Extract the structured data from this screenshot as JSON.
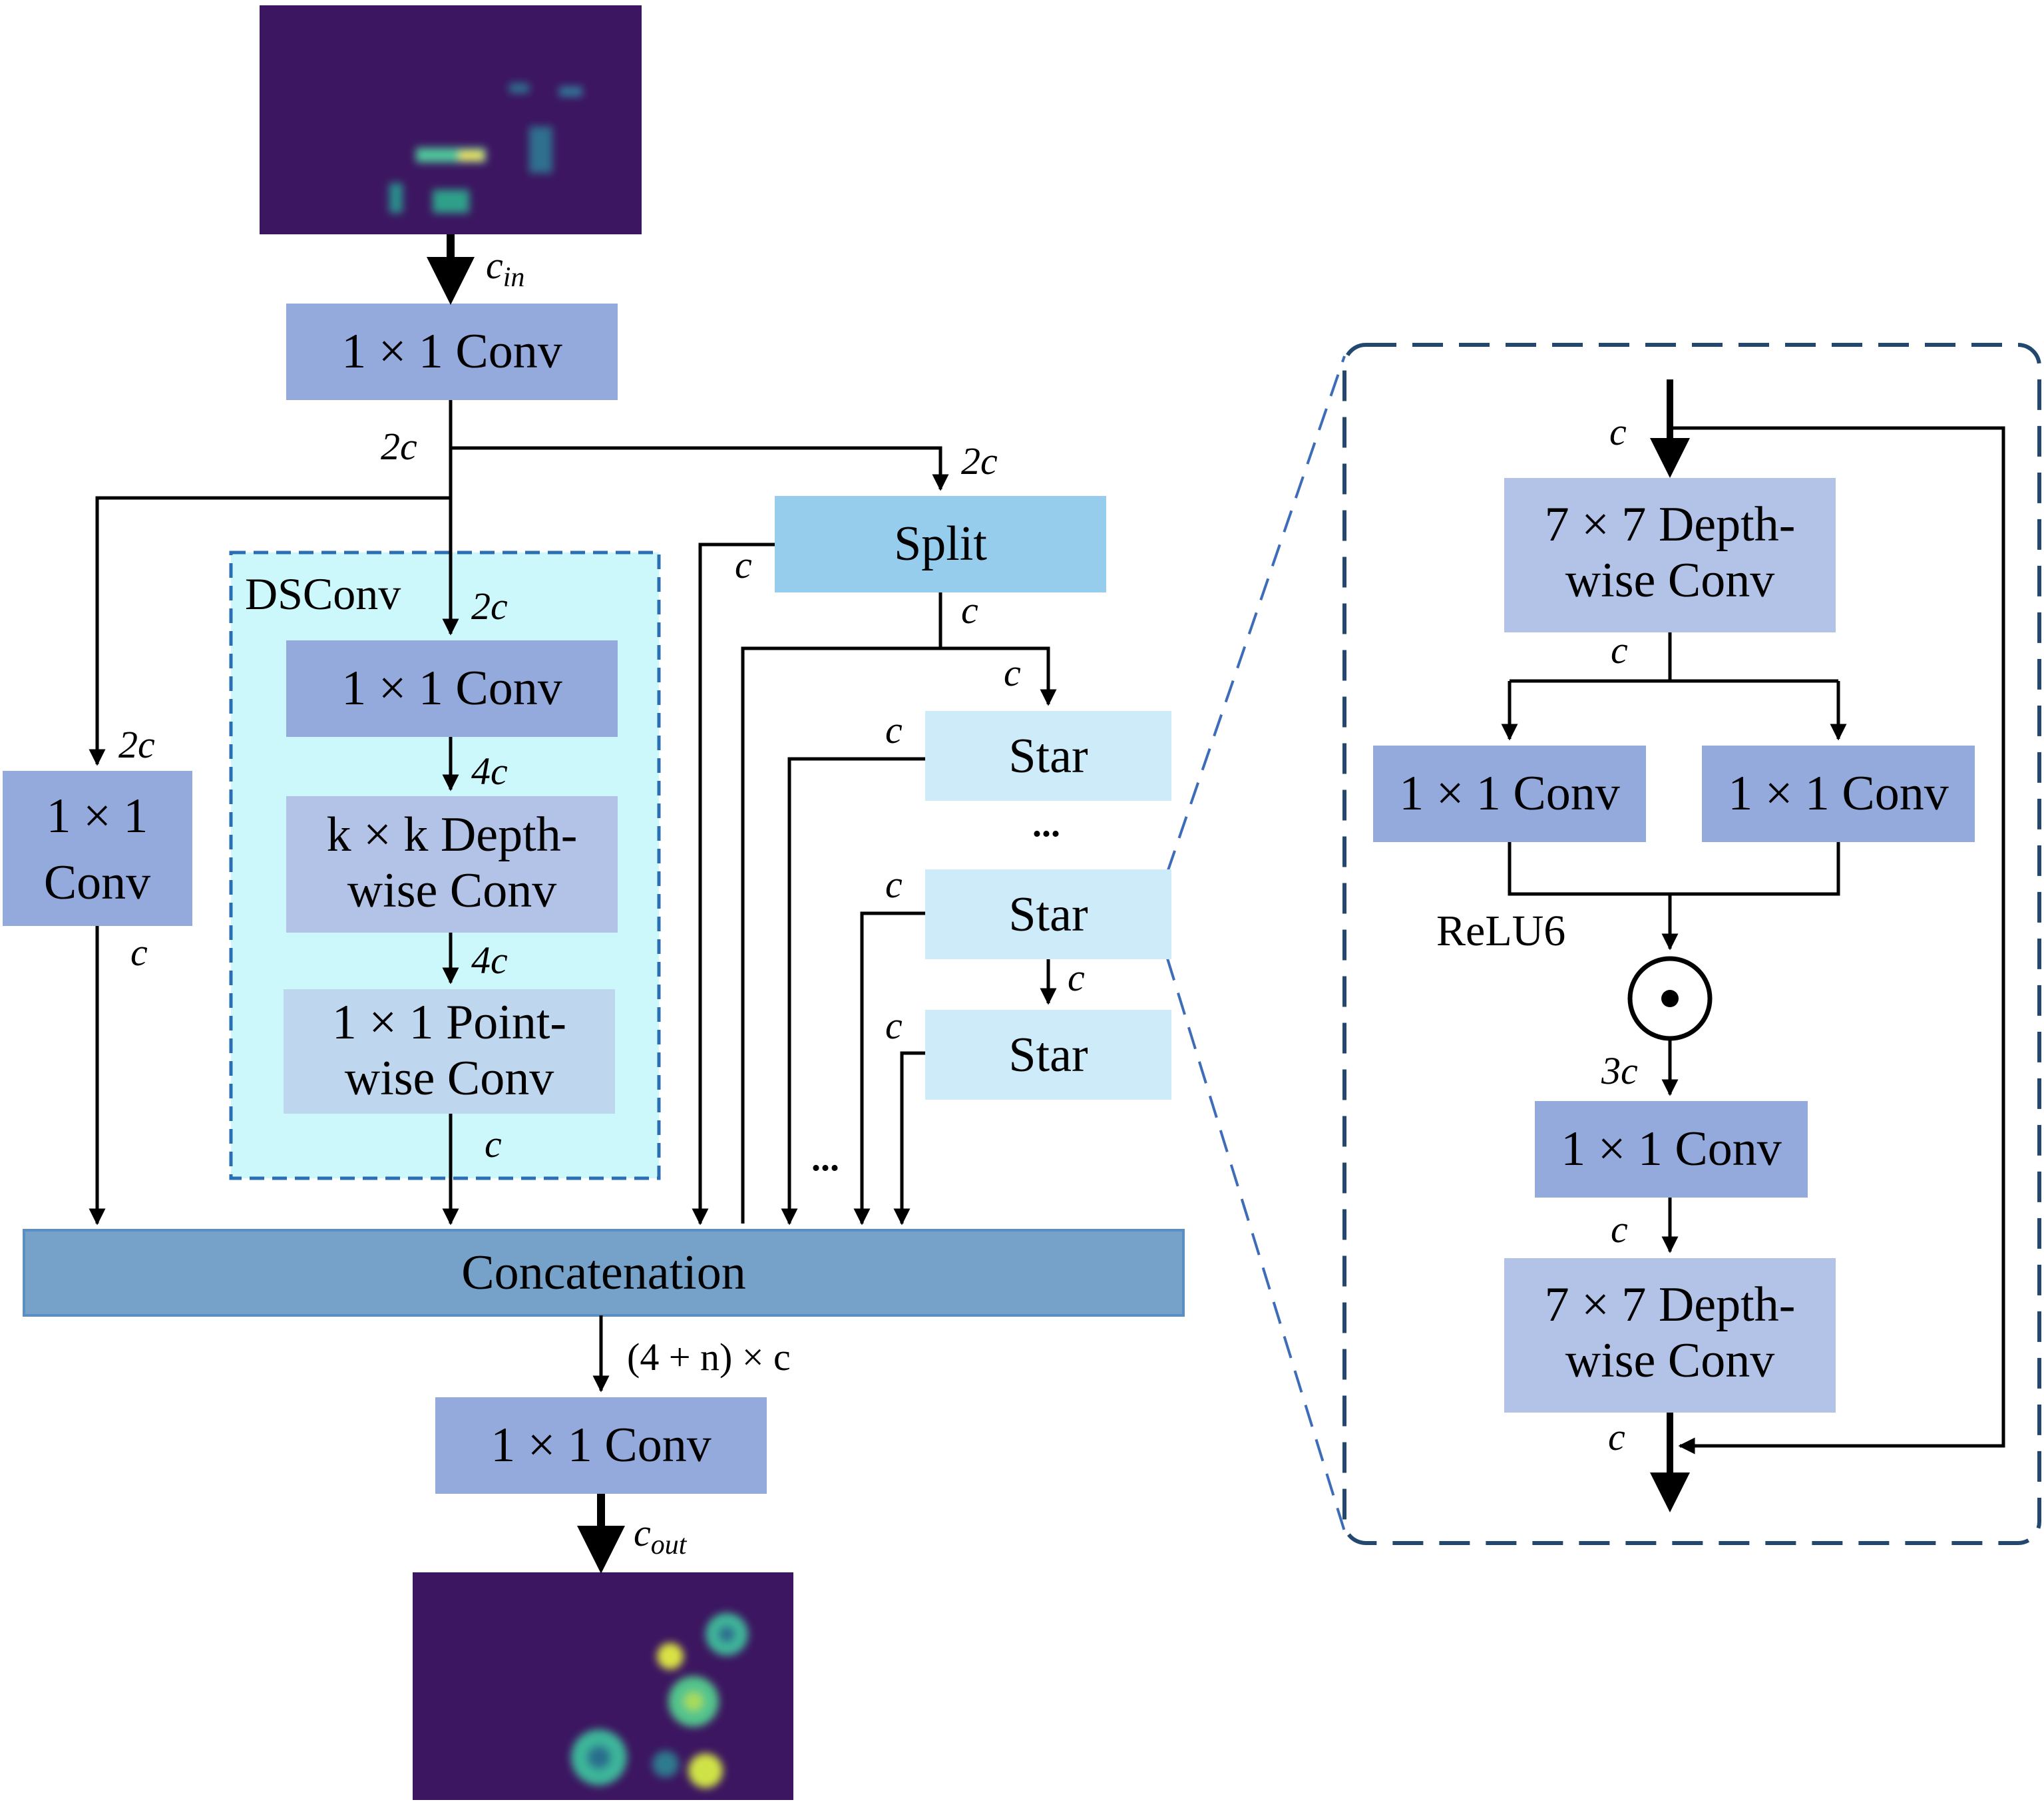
{
  "colors": {
    "conv_dark": "#94a9dc",
    "conv_light": "#b2c3e7",
    "pointwise": "#bed6ee",
    "split": "#97cdec",
    "star": "#cdebf9",
    "concat": "#76a2ca",
    "concat_border": "#5b8fc2",
    "dsconv_fill": "#cdf8fb",
    "dsconv_border": "#2a6eb4",
    "detail_border": "#23486f",
    "zoom_line": "#3d6cb8",
    "heatmap_bg": "#3c1660"
  },
  "blocks": {
    "top_conv": "1 × 1 Conv",
    "ds_conv1": "1 × 1 Conv",
    "depthwise_l1": "k × k Depth-",
    "depthwise_l2": "wise Conv",
    "pointwise_l1": "1 × 1 Point-",
    "pointwise_l2": "wise Conv",
    "left_conv_l1": "1 × 1",
    "left_conv_l2": "Conv",
    "split": "Split",
    "star1": "Star",
    "star2": "Star",
    "star3": "Star",
    "concat": "Concatenation",
    "out_conv": "1 × 1 Conv"
  },
  "dsconv_label": "DSConv",
  "labels": {
    "cin": "c",
    "cin_sub": "in",
    "cout": "c",
    "cout_sub": "out",
    "two_c": "2c",
    "four_c": "4c",
    "three_c": "3c",
    "c": "c",
    "concat_out": "(4 + n) ×  c",
    "dots": "..."
  },
  "detail": {
    "dw1_l1": "7 × 7 Depth-",
    "dw1_l2": "wise Conv",
    "conv_left": "1 × 1 Conv",
    "conv_right": "1 × 1 Conv",
    "relu": "ReLU6",
    "mid_conv": "1 × 1 Conv",
    "dw2_l1": "7 × 7 Depth-",
    "dw2_l2": "wise Conv"
  }
}
